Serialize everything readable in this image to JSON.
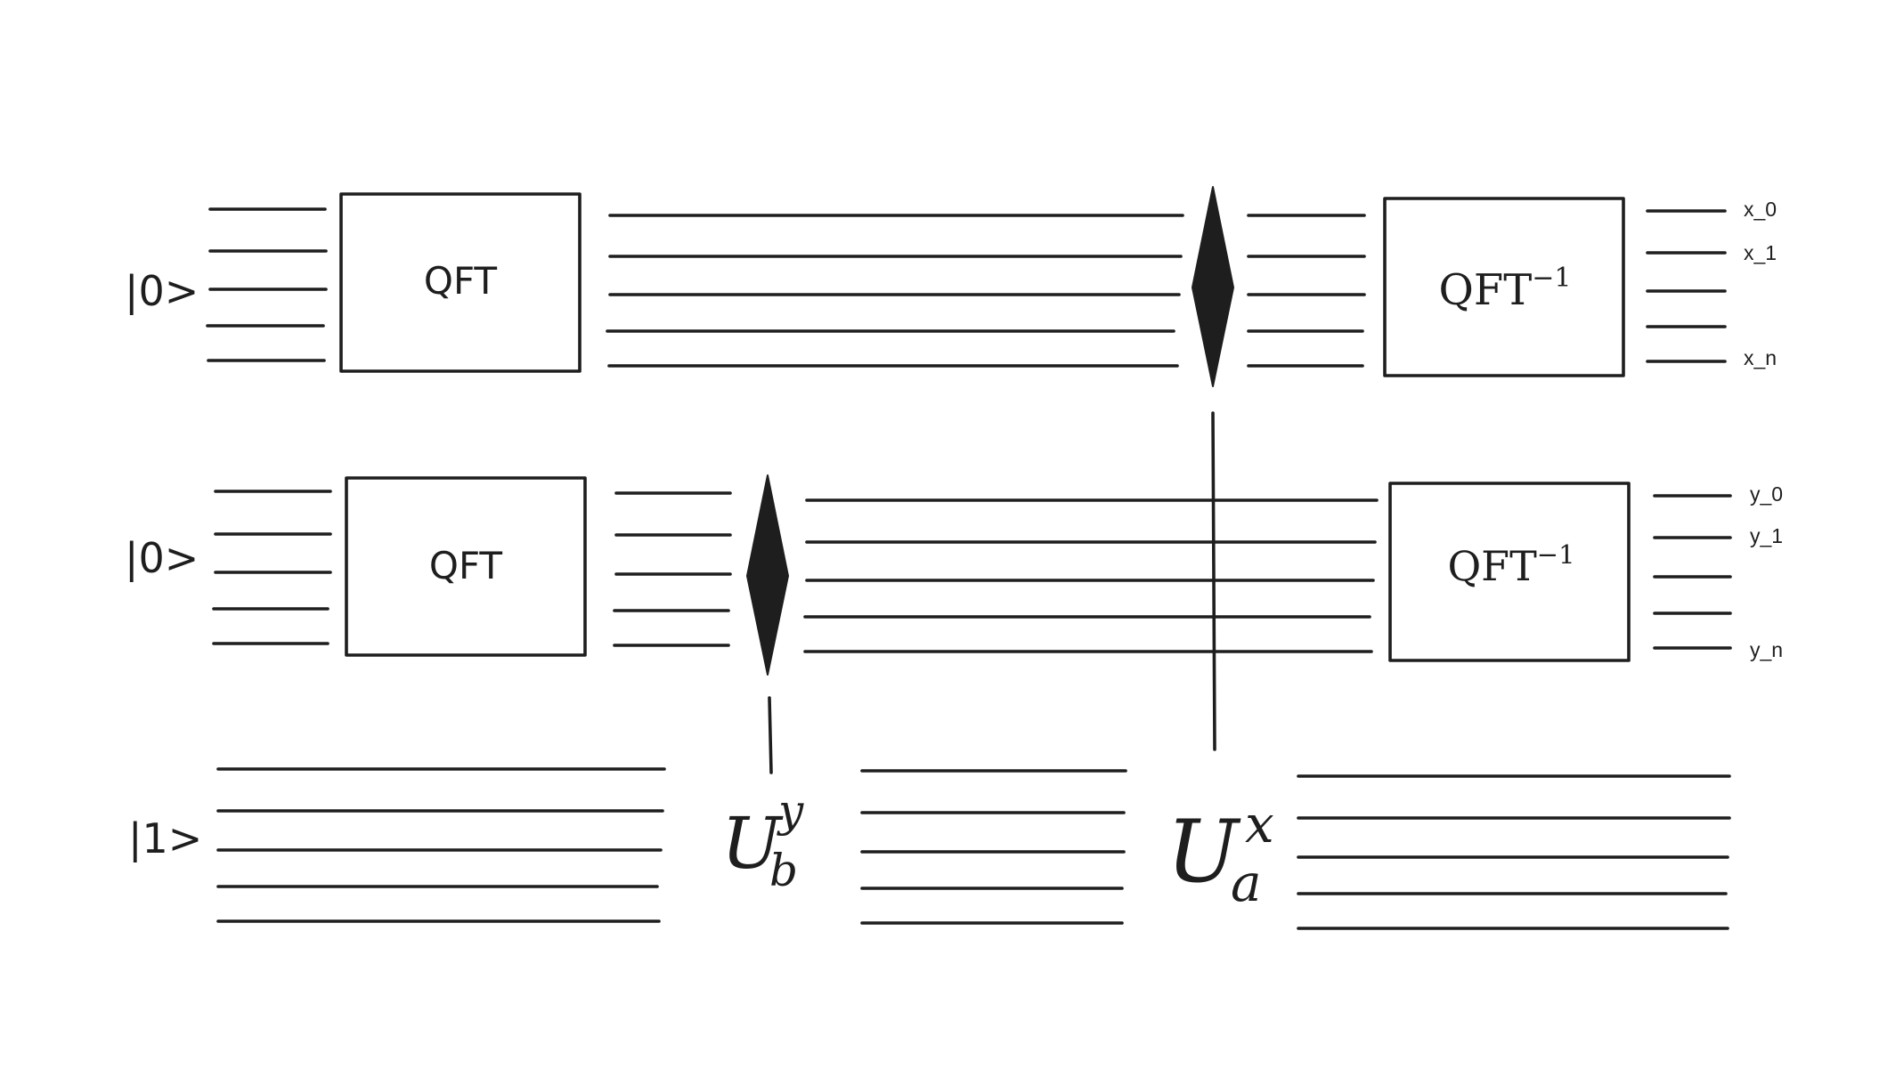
{
  "registers": {
    "x": {
      "ket": "|0>",
      "outputs": [
        "x_0",
        "x_1",
        "x_n"
      ]
    },
    "y": {
      "ket": "|0>",
      "outputs": [
        "y_0",
        "y_1",
        "y_n"
      ]
    },
    "anc": {
      "ket": "|1>"
    }
  },
  "gates": {
    "qft": "QFT",
    "iqft_base": "QFT",
    "iqft_exp": "−1",
    "ub": {
      "base": "U",
      "sup": "y",
      "sub": "b"
    },
    "ua": {
      "base": "U",
      "sup": "x",
      "sub": "a"
    }
  },
  "colors": {
    "ink": "#1e1e1e",
    "background": "#ffffff"
  }
}
